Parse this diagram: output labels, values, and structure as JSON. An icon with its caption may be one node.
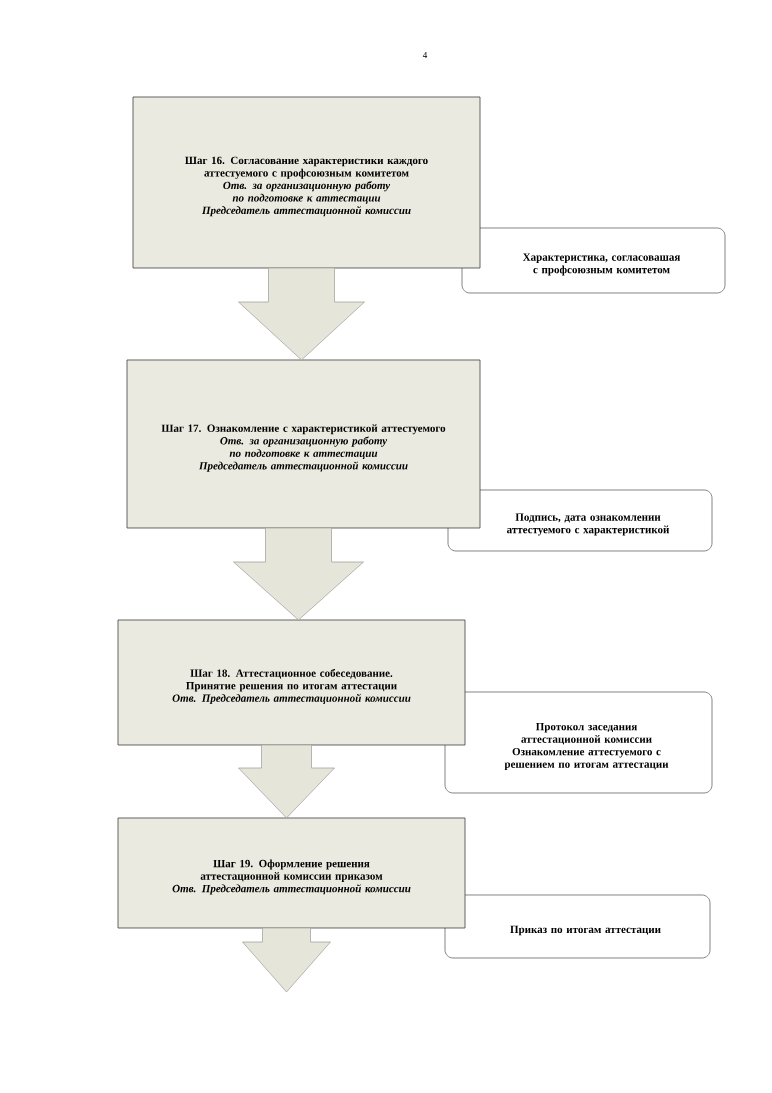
{
  "diagram": {
    "nodes": [
      {
        "text": [
          "Шаг 16.  Согласование характеристики каждого аттестуемого с профсоюзным комитетом",
          "Отв. за организационную работу по подготовке к аттестации",
          "Председатель аттестационной комиссии"
        ]
      },
      {
        "text": [
          "Характеристика, согласовашая с профсоюзным комитетом"
        ]
      },
      {
        "text": [
          "Шаг 17. Ознакомление с характеристикой аттестуемого",
          "Отв. за организационную работу по подготовке к аттестации",
          "Председатель аттестационной комиссии"
        ]
      },
      {
        "text": [
          "Подпись, дата ознакомлении аттестуемого с характеристикой"
        ]
      },
      {
        "text": [
          "Шаг 18. Аттестационное собеседование. Принятие решения по итогам аттестации",
          "Отв. Председатель аттестационной комиссии"
        ]
      },
      {
        "text": [
          "Протокол заседания аттестационной комиссии",
          "Ознакомление аттестуемого с решением по итогам аттестации"
        ]
      },
      {
        "text": [
          "Шаг 19. Оформление решения аттестационной комиссии приказом",
          "Отв. Председатель аттестационной комиссии"
        ]
      },
      {
        "text": [
          "Приказ по итогам аттестации"
        ]
      }
    ],
    "edges": [
      {
        "from": 0,
        "to": 2,
        "arrow": "to"
      },
      {
        "from": 2,
        "to": 4,
        "arrow": "to"
      },
      {
        "from": 4,
        "to": 6,
        "arrow": "to"
      },
      {
        "from": 6,
        "to": null,
        "arrow": "to"
      }
    ],
    "labels": [
      "4"
    ]
  }
}
